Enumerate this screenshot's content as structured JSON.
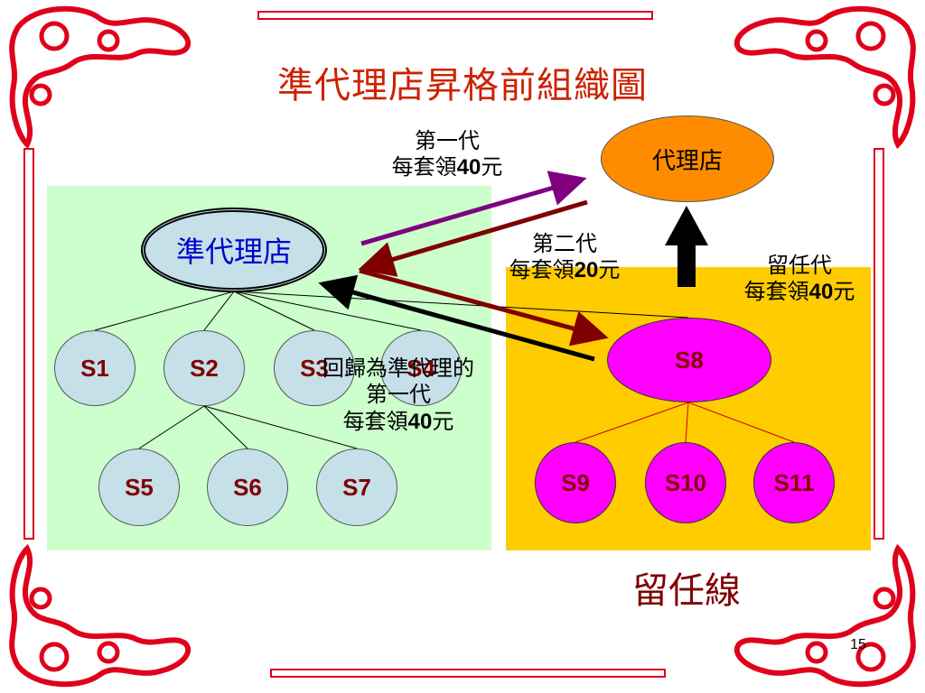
{
  "title": "準代理店昇格前組織圖",
  "nodes": {
    "agency": "代理店",
    "quasi_agency": "準代理店",
    "s1": "S1",
    "s2": "S2",
    "s3": "S3",
    "s4": "S4",
    "s5": "S5",
    "s6": "S6",
    "s7": "S7",
    "s8": "S8",
    "s9": "S9",
    "s10": "S10",
    "s11": "S11"
  },
  "labels": {
    "first_gen": {
      "line1": "第一代",
      "line2_text": "每套領",
      "line2_num": "40",
      "line2_unit": "元"
    },
    "second_gen": {
      "line1": "第二代",
      "line2_text": "每套領",
      "line2_num": "20",
      "line2_unit": "元"
    },
    "retained_gen": {
      "line1": "留任代",
      "line2_text": "每套領",
      "line2_num": "40",
      "line2_unit": "元"
    },
    "return_gen": {
      "line1": "回歸為準代理的",
      "line2": "第一代",
      "line3_text": "每套領",
      "line3_num": "40",
      "line3_unit": "元"
    }
  },
  "retention_line": "留任線",
  "page_number": "15",
  "colors": {
    "title": "#cc2200",
    "green_panel": "#ccffcc",
    "gold_panel": "#ffcc00",
    "agency_fill": "#ff8c00",
    "light_node": "#c5e0e8",
    "magenta_node": "#ff00ff",
    "purple_arrow": "#800080",
    "dark_red_arrow": "#800000",
    "black_arrow": "#000000",
    "border_red": "#e0001a"
  }
}
